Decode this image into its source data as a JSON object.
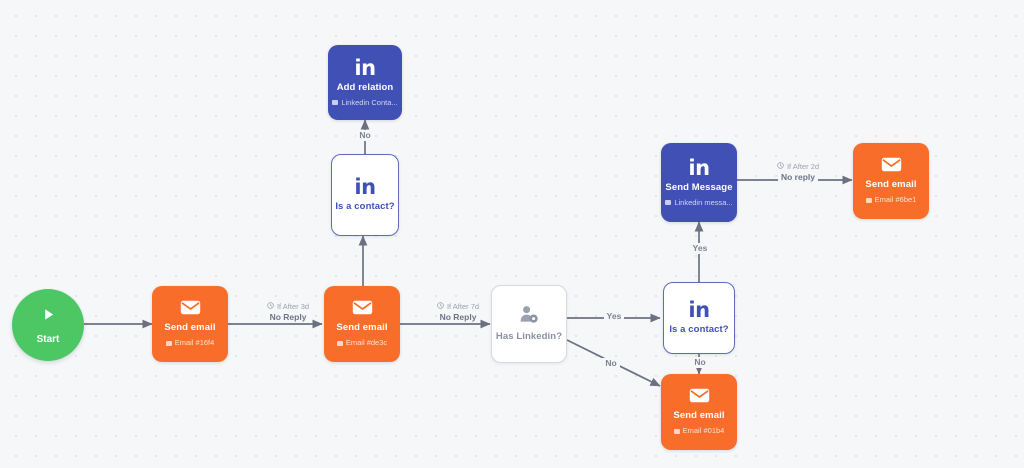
{
  "canvas": {
    "background_color": "#f6f7f9",
    "dot_color": "#e2e4ea",
    "edge_color": "#6b7180"
  },
  "palette": {
    "orange": "#f96d2b",
    "indigo": "#4050b5",
    "indigo_border": "#5c6bc0",
    "green": "#4cc764",
    "grey_border": "#d6d9e0",
    "label_text": "#6e7486",
    "muted_text": "#9aa0ae"
  },
  "nodes": {
    "start": {
      "label": "Start",
      "icon": "play-icon",
      "shape": "circle",
      "color": "#4cc764"
    },
    "send_email_1": {
      "title": "Send email",
      "subtitle": "Email #16f4",
      "icon": "envelope-icon",
      "color": "#f96d2b"
    },
    "send_email_2": {
      "title": "Send email",
      "subtitle": "Email #de3c",
      "icon": "envelope-icon",
      "color": "#f96d2b"
    },
    "is_contact_left": {
      "title": "Is a contact?",
      "icon": "linkedin-icon",
      "color": "#ffffff"
    },
    "add_relation": {
      "title": "Add relation",
      "subtitle": "Linkedin Conta...",
      "icon": "linkedin-icon",
      "color": "#4050b5"
    },
    "has_linkedin": {
      "title": "Has Linkedin?",
      "icon": "contact-check-icon",
      "color": "#ffffff"
    },
    "is_contact_right": {
      "title": "Is a contact?",
      "icon": "linkedin-icon",
      "color": "#ffffff"
    },
    "send_message": {
      "title": "Send Message",
      "subtitle": "Linkedin messa...",
      "icon": "linkedin-icon",
      "color": "#4050b5"
    },
    "send_email_3": {
      "title": "Send email",
      "subtitle": "Email #6be1",
      "icon": "envelope-icon",
      "color": "#f96d2b"
    },
    "send_email_4": {
      "title": "Send email",
      "subtitle": "Email #01b4",
      "icon": "envelope-icon",
      "color": "#f96d2b"
    }
  },
  "edges": {
    "e_delay_3d": {
      "condition": "If After 3d",
      "label": "No Reply",
      "icon": "clock-icon"
    },
    "e_delay_7d": {
      "condition": "If After 7d",
      "label": "No Reply",
      "icon": "clock-icon"
    },
    "e_delay_2d": {
      "condition": "If After 2d",
      "label": "No reply",
      "icon": "clock-icon"
    },
    "e_has_li_yes": {
      "label": "Yes"
    },
    "e_has_li_no": {
      "label": "No"
    },
    "e_contact_right_yes": {
      "label": "Yes"
    },
    "e_contact_right_no": {
      "label": "No"
    },
    "e_contact_left_no": {
      "label": "No"
    }
  }
}
